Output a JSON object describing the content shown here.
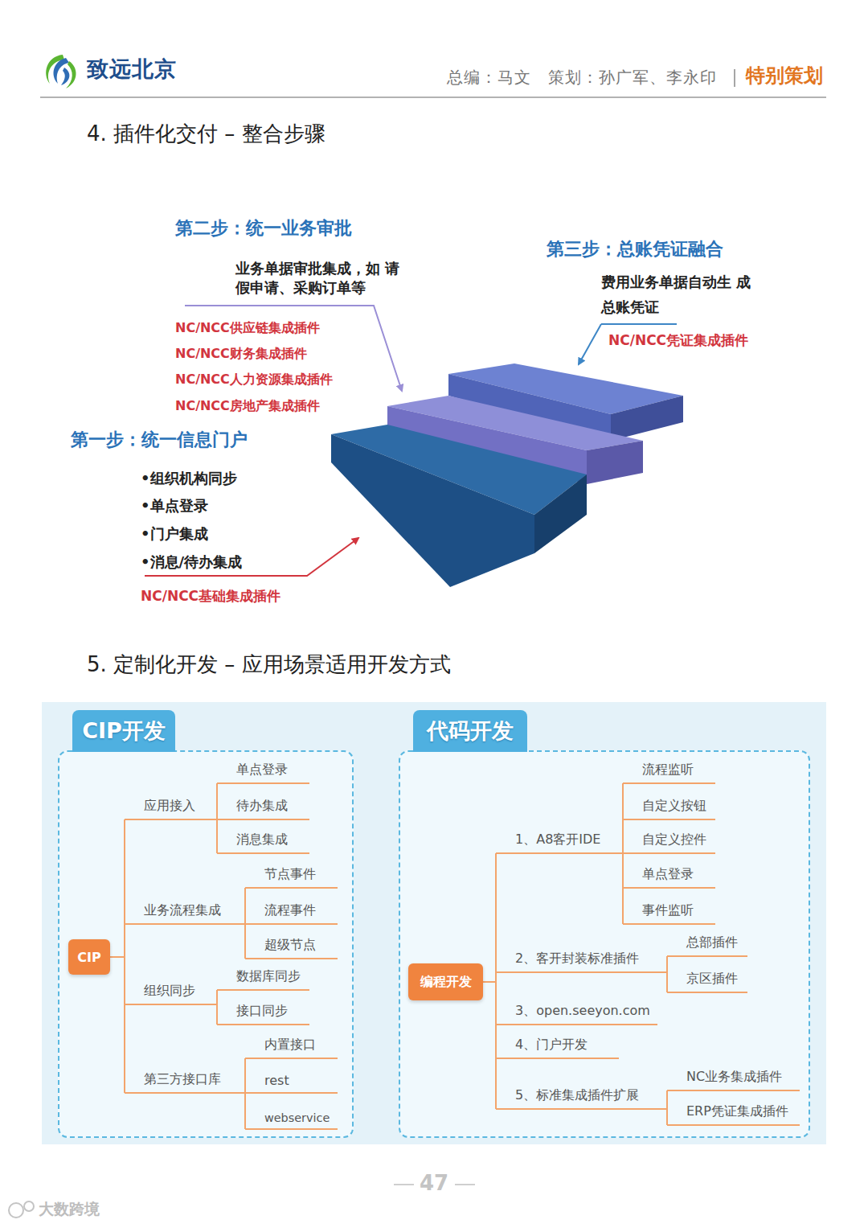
{
  "diagram": {
    "nodes": [
      {
        "text": [
          "CIP开发"
        ]
      },
      {
        "text": [
          "CIP"
        ],
        "in": 0
      },
      {
        "text": [
          "应用接入"
        ],
        "in": 0
      },
      {
        "text": [
          "单点登录"
        ],
        "in": 0
      },
      {
        "text": [
          "待办集成"
        ],
        "in": 0
      },
      {
        "text": [
          "消息集成"
        ],
        "in": 0
      },
      {
        "text": [
          "业务流程集成"
        ],
        "in": 0
      },
      {
        "text": [
          "节点事件"
        ],
        "in": 0
      },
      {
        "text": [
          "流程事件"
        ],
        "in": 0
      },
      {
        "text": [
          "超级节点"
        ],
        "in": 0
      },
      {
        "text": [
          "组织同步"
        ],
        "in": 0
      },
      {
        "text": [
          "数据库同步"
        ],
        "in": 0
      },
      {
        "text": [
          "接口同步"
        ],
        "in": 0
      },
      {
        "text": [
          "第三方接口库"
        ],
        "in": 0
      },
      {
        "text": [
          "内置接口"
        ],
        "in": 0
      },
      {
        "text": [
          "rest"
        ],
        "in": 0
      },
      {
        "text": [
          "webservice"
        ],
        "in": 0
      },
      {
        "text": [
          "代码开发"
        ]
      },
      {
        "text": [
          "编程开发"
        ],
        "in": 17
      },
      {
        "text": [
          "1、A8客开IDE"
        ],
        "in": 17
      },
      {
        "text": [
          "流程监听"
        ],
        "in": 17
      },
      {
        "text": [
          "自定义按钮"
        ],
        "in": 17
      },
      {
        "text": [
          "自定义控件"
        ],
        "in": 17
      },
      {
        "text": [
          "单点登录"
        ],
        "in": 17
      },
      {
        "text": [
          "事件监听"
        ],
        "in": 17
      },
      {
        "text": [
          "2、客开封装标准插件"
        ],
        "in": 17
      },
      {
        "text": [
          "总部插件"
        ],
        "in": 17
      },
      {
        "text": [
          "京区插件"
        ],
        "in": 17
      },
      {
        "text": [
          "3、open.seeyon.com"
        ],
        "in": 17
      },
      {
        "text": [
          "4、门户开发"
        ],
        "in": 17
      },
      {
        "text": [
          "5、标准集成插件扩展"
        ],
        "in": 17
      },
      {
        "text": [
          "NC业务集成插件"
        ],
        "in": 17
      },
      {
        "text": [
          "ERP凭证集成插件"
        ],
        "in": 17
      }
    ],
    "edges": [
      {
        "from": 1,
        "to": 2,
        "arrow": "none"
      },
      {
        "from": 2,
        "to": 3,
        "arrow": "none"
      },
      {
        "from": 2,
        "to": 4,
        "arrow": "none"
      },
      {
        "from": 2,
        "to": 5,
        "arrow": "none"
      },
      {
        "from": 1,
        "to": 6,
        "arrow": "none"
      },
      {
        "from": 6,
        "to": 7,
        "arrow": "none"
      },
      {
        "from": 6,
        "to": 8,
        "arrow": "none"
      },
      {
        "from": 6,
        "to": 9,
        "arrow": "none"
      },
      {
        "from": 1,
        "to": 10,
        "arrow": "none"
      },
      {
        "from": 10,
        "to": 11,
        "arrow": "none"
      },
      {
        "from": 10,
        "to": 12,
        "arrow": "none"
      },
      {
        "from": 1,
        "to": 13,
        "arrow": "none"
      },
      {
        "from": 13,
        "to": 14,
        "arrow": "none"
      },
      {
        "from": 13,
        "to": 15,
        "arrow": "none"
      },
      {
        "from": 13,
        "to": 16,
        "arrow": "none"
      },
      {
        "from": 18,
        "to": 19,
        "arrow": "none"
      },
      {
        "from": 19,
        "to": 20,
        "arrow": "none"
      },
      {
        "from": 19,
        "to": 21,
        "arrow": "none"
      },
      {
        "from": 19,
        "to": 22,
        "arrow": "none"
      },
      {
        "from": 19,
        "to": 23,
        "arrow": "none"
      },
      {
        "from": 19,
        "to": 24,
        "arrow": "none"
      },
      {
        "from": 18,
        "to": 25,
        "arrow": "none"
      },
      {
        "from": 25,
        "to": 26,
        "arrow": "none"
      },
      {
        "from": 25,
        "to": 27,
        "arrow": "none"
      },
      {
        "from": 18,
        "to": 28,
        "arrow": "none"
      },
      {
        "from": 18,
        "to": 29,
        "arrow": "none"
      },
      {
        "from": 18,
        "to": 30,
        "arrow": "none"
      },
      {
        "from": 30,
        "to": 31,
        "arrow": "none"
      },
      {
        "from": 30,
        "to": 32,
        "arrow": "none"
      }
    ],
    "labels": [
      "致远北京",
      "总编：马文　策划：孙广军、李永印",
      "特别策划",
      "4. 插件化交付 – 整合步骤",
      "第二步：统一业务审批",
      "业务单据审批集成，如 请假申请、采购订单等",
      "NC/NCC供应链集成插件",
      "NC/NCC财务集成插件",
      "NC/NCC人力资源集成插件",
      "NC/NCC房地产集成插件",
      "第三步：总账凭证融合",
      "费用业务单据自动生 成总账凭证",
      "NC/NCC凭证集成插件",
      "第一步：统一信息门户",
      "•组织机构同步",
      "•单点登录",
      "•门户集成",
      "•消息/待办集成",
      "NC/NCC基础集成插件",
      "5. 定制化开发 – 应用场景适用开发方式",
      "47",
      "大数跨境"
    ]
  }
}
